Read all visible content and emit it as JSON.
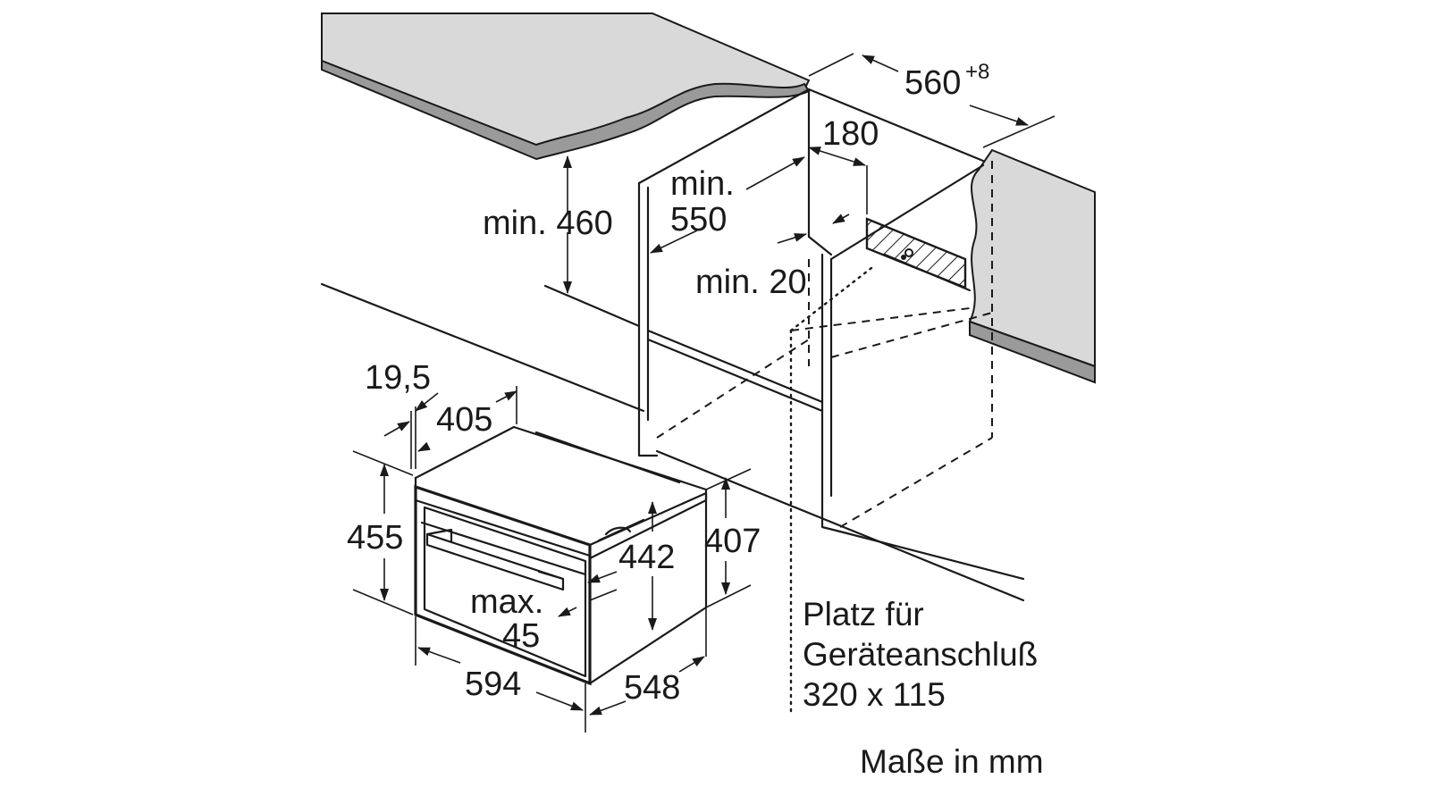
{
  "diagram": {
    "dimensions": {
      "width_niche": "560",
      "width_niche_tolerance": "+8",
      "depth_180": "180",
      "min_height_label": "min. 460",
      "min_depth_top": "min.",
      "min_depth_bottom": "550",
      "min_gap_label": "min. 20",
      "front_offset": "19,5",
      "top_depth": "405",
      "height_455": "455",
      "height_442": "442",
      "height_407": "407",
      "max_label": "max.",
      "max_value": "45",
      "width_594": "594",
      "depth_548": "548"
    },
    "connection_note": {
      "line1": "Platz für",
      "line2": "Geräteanschluß",
      "line3": "320 x 115"
    },
    "units_note": "Maße in mm"
  }
}
